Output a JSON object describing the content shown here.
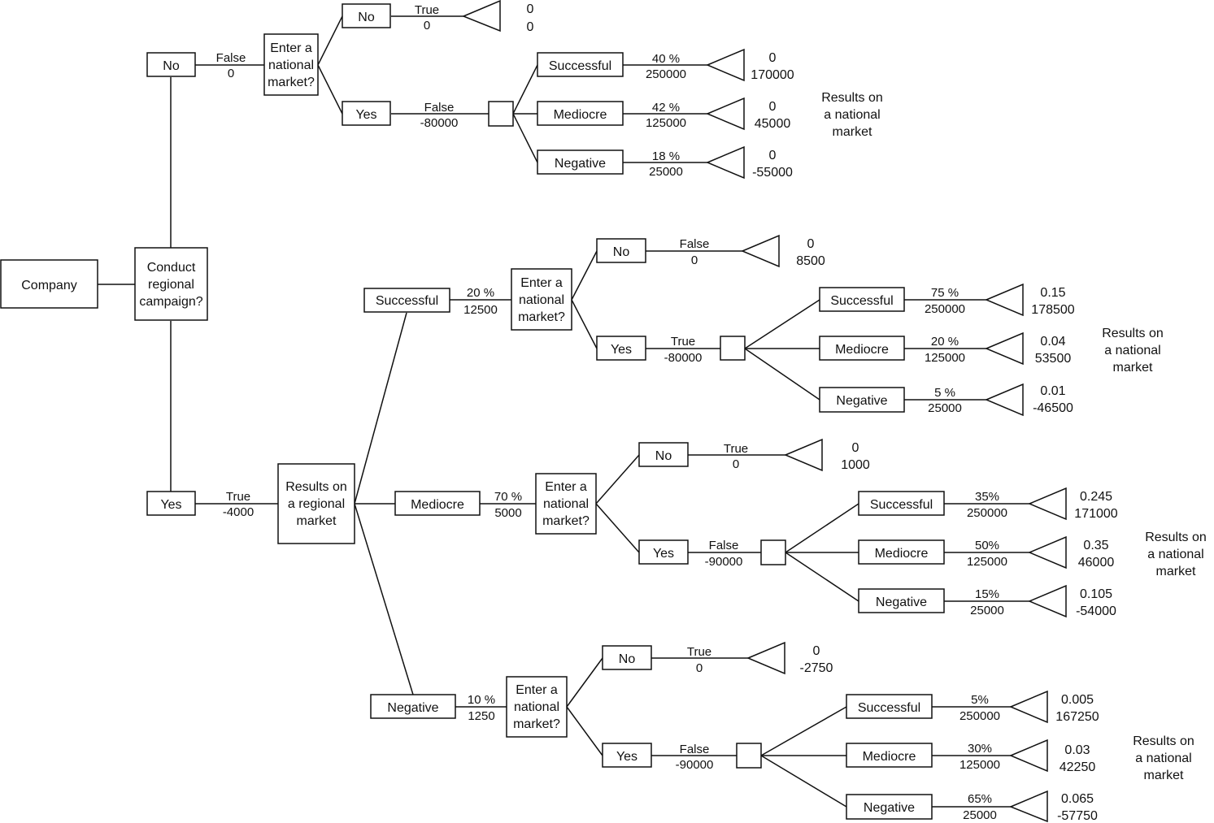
{
  "root": {
    "label": "Company"
  },
  "decision_regional": {
    "label": [
      "Conduct",
      "regional",
      "campaign?"
    ]
  },
  "branch_no": {
    "label": "No",
    "edge": [
      "False",
      "0"
    ],
    "decision": [
      "Enter a",
      "national",
      "market?"
    ],
    "no": {
      "label": "No",
      "edge": [
        "True",
        "0"
      ],
      "values": [
        "0",
        "0"
      ]
    },
    "yes": {
      "label": "Yes",
      "edge": [
        "False",
        "-80000"
      ],
      "outcomes": [
        {
          "label": "Successful",
          "edge": [
            "40 %",
            "250000"
          ],
          "values": [
            "0",
            "170000"
          ]
        },
        {
          "label": "Mediocre",
          "edge": [
            "42 %",
            "125000"
          ],
          "values": [
            "0",
            "45000"
          ]
        },
        {
          "label": "Negative",
          "edge": [
            "18 %",
            "25000"
          ],
          "values": [
            "0",
            "-55000"
          ]
        }
      ],
      "note": [
        "Results on",
        "a national",
        "market"
      ]
    }
  },
  "branch_yes": {
    "label": "Yes",
    "edge": [
      "True",
      "-4000"
    ],
    "chance": [
      "Results on",
      "a regional",
      "market"
    ],
    "regional": [
      {
        "label": "Successful",
        "edge": [
          "20 %",
          "12500"
        ],
        "decision": [
          "Enter a",
          "national",
          "market?"
        ],
        "no": {
          "label": "No",
          "edge": [
            "False",
            "0"
          ],
          "values": [
            "0",
            "8500"
          ]
        },
        "yes": {
          "label": "Yes",
          "edge": [
            "True",
            "-80000"
          ],
          "outcomes": [
            {
              "label": "Successful",
              "edge": [
                "75 %",
                "250000"
              ],
              "values": [
                "0.15",
                "178500"
              ]
            },
            {
              "label": "Mediocre",
              "edge": [
                "20 %",
                "125000"
              ],
              "values": [
                "0.04",
                "53500"
              ]
            },
            {
              "label": "Negative",
              "edge": [
                "5 %",
                "25000"
              ],
              "values": [
                "0.01",
                "-46500"
              ]
            }
          ],
          "note": [
            "Results on",
            "a national",
            "market"
          ]
        }
      },
      {
        "label": "Mediocre",
        "edge": [
          "70 %",
          "5000"
        ],
        "decision": [
          "Enter a",
          "national",
          "market?"
        ],
        "no": {
          "label": "No",
          "edge": [
            "True",
            "0"
          ],
          "values": [
            "0",
            "1000"
          ]
        },
        "yes": {
          "label": "Yes",
          "edge": [
            "False",
            "-90000"
          ],
          "outcomes": [
            {
              "label": "Successful",
              "edge": [
                "35%",
                "250000"
              ],
              "values": [
                "0.245",
                "171000"
              ]
            },
            {
              "label": "Mediocre",
              "edge": [
                "50%",
                "125000"
              ],
              "values": [
                "0.35",
                "46000"
              ]
            },
            {
              "label": "Negative",
              "edge": [
                "15%",
                "25000"
              ],
              "values": [
                "0.105",
                "-54000"
              ]
            }
          ],
          "note": [
            "Results on",
            "a national",
            "market"
          ]
        }
      },
      {
        "label": "Negative",
        "edge": [
          "10 %",
          "1250"
        ],
        "decision": [
          "Enter a",
          "national",
          "market?"
        ],
        "no": {
          "label": "No",
          "edge": [
            "True",
            "0"
          ],
          "values": [
            "0",
            "-2750"
          ]
        },
        "yes": {
          "label": "Yes",
          "edge": [
            "False",
            "-90000"
          ],
          "outcomes": [
            {
              "label": "Successful",
              "edge": [
                "5%",
                "250000"
              ],
              "values": [
                "0.005",
                "167250"
              ]
            },
            {
              "label": "Mediocre",
              "edge": [
                "30%",
                "125000"
              ],
              "values": [
                "0.03",
                "42250"
              ]
            },
            {
              "label": "Negative",
              "edge": [
                "65%",
                "25000"
              ],
              "values": [
                "0.065",
                "-57750"
              ]
            }
          ],
          "note": [
            "Results on",
            "a national",
            "market"
          ]
        }
      }
    ]
  }
}
